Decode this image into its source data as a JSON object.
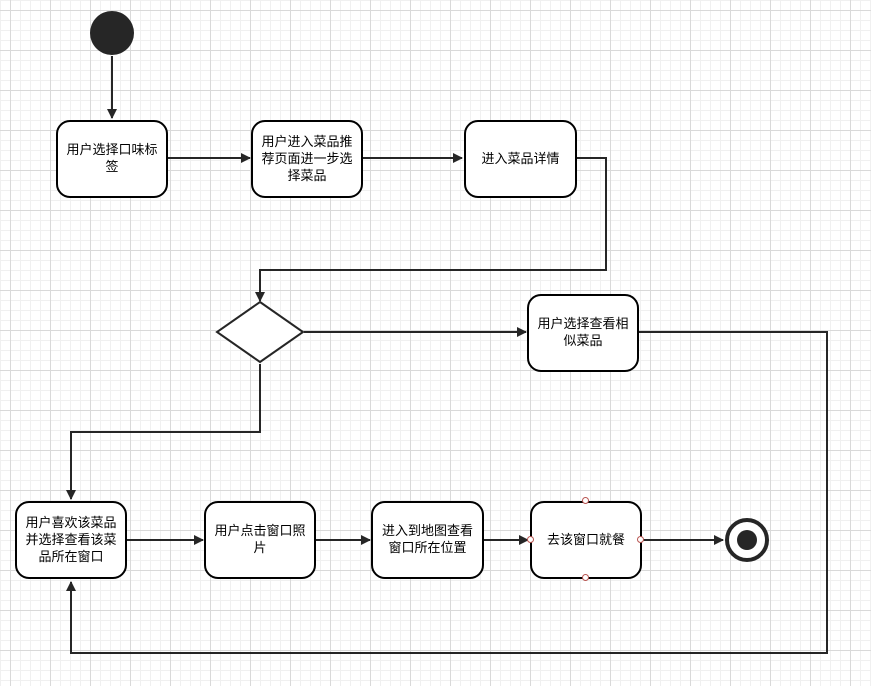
{
  "nodes": {
    "choose_taste_tag": "用户选择口味标签",
    "recommend_page": "用户进入菜品推荐页面进一步选择菜品",
    "dish_detail": "进入菜品详情",
    "view_similar": "用户选择查看相似菜品",
    "like_and_view_window": "用户喜欢该菜品并选择查看该菜品所在窗口",
    "click_window_photo": "用户点击窗口照片",
    "map_window_location": "进入到地图查看窗口所在位置",
    "go_dine": "去该窗口就餐"
  },
  "colors": {
    "stroke": "#262626",
    "port": "#b85450"
  }
}
